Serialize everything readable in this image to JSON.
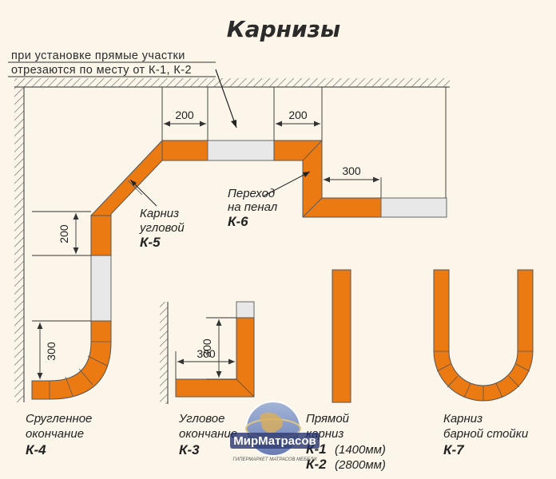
{
  "title": "Карнизы",
  "note": {
    "line1": "при установке прямые участки",
    "line2": "отрезаются по месту от К-1, К-2"
  },
  "dimensions": {
    "d200_left": "200",
    "d200_right": "200",
    "d300_top": "300",
    "d200_vertical": "200",
    "d300_k4": "300",
    "d300_k3_vertical": "300",
    "d300_k3_horizontal": "300"
  },
  "k5": {
    "line1": "Карниз",
    "line2": "угловой",
    "code": "К-5"
  },
  "k6": {
    "line1": "Переход",
    "line2": "на пенал",
    "code": "К-6"
  },
  "k4": {
    "line1": "Сругленное",
    "line2": "окончание",
    "code": "К-4"
  },
  "k3": {
    "line1": "Угловое",
    "line2": "окончание",
    "code": "К-3"
  },
  "k1": {
    "line1": "Прямой",
    "line2": "карниз",
    "code1": "К-1",
    "size1": "(1400мм)",
    "code2": "К-2",
    "size2": "(2800мм)"
  },
  "k7": {
    "line1": "Карниз",
    "line2": "барной стойки",
    "code": "К-7"
  },
  "watermark": {
    "brand": "МирМатрасов",
    "tagline": "ГИПЕРМАРКЕТ МАТРАСОВ МЕБЕЛИ"
  },
  "colors": {
    "cornice": "#ec7a12",
    "insert": "#e5e5e5",
    "outline": "#555555",
    "background": "#fbf6e9"
  }
}
